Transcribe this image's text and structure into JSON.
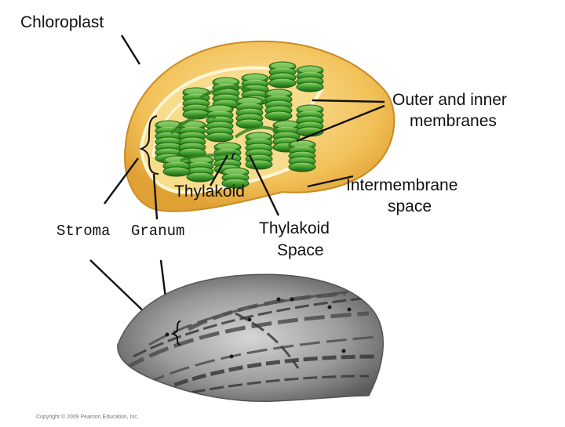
{
  "labels": {
    "chloroplast": "Chloroplast",
    "outer_inner_line1": "Outer and inner",
    "outer_inner_line2": "membranes",
    "thylakoid": "Thylakoid",
    "intermembrane_line1": "Intermembrane",
    "intermembrane_line2": "space",
    "stroma": "Stroma",
    "granum": "Granum",
    "thylakoid_space_line1": "Thylakoid",
    "thylakoid_space_line2": "Space"
  },
  "copyright": "Copyright © 2009 Pearson Education, Inc.",
  "colors": {
    "outer_membrane": "#e8a83a",
    "outer_fill": "#f3c964",
    "stroma_fill": "#f7dc8c",
    "inner_membrane": "#fff6d6",
    "thylakoid_green": "#3f9f2e",
    "thylakoid_dark": "#1f5f14",
    "thylakoid_light": "#8fd06a",
    "micrograph_gray": "#8a8a8a"
  }
}
